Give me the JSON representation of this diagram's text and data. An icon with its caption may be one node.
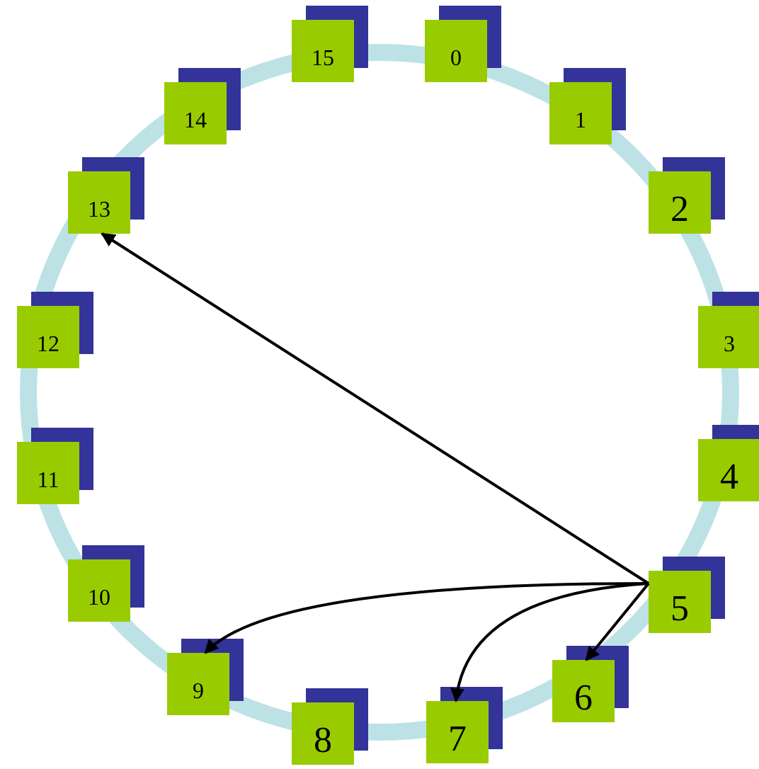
{
  "diagram": {
    "nodes": [
      {
        "text": [
          "0"
        ]
      },
      {
        "text": [
          "1"
        ]
      },
      {
        "text": [
          "2"
        ]
      },
      {
        "text": [
          "3"
        ]
      },
      {
        "text": [
          "4"
        ]
      },
      {
        "text": [
          "5"
        ]
      },
      {
        "text": [
          "6"
        ]
      },
      {
        "text": [
          "7"
        ]
      },
      {
        "text": [
          "8"
        ]
      },
      {
        "text": [
          "9"
        ]
      },
      {
        "text": [
          "10"
        ]
      },
      {
        "text": [
          "11"
        ]
      },
      {
        "text": [
          "12"
        ]
      },
      {
        "text": [
          "13"
        ]
      },
      {
        "text": [
          "14"
        ]
      },
      {
        "text": [
          "15"
        ]
      }
    ],
    "edges": [
      {
        "from": 5,
        "to": 13,
        "arrow": "to"
      },
      {
        "from": 5,
        "to": 9,
        "arrow": "to"
      },
      {
        "from": 5,
        "to": 7,
        "arrow": "to"
      },
      {
        "from": 5,
        "to": 6,
        "arrow": "to"
      }
    ]
  }
}
